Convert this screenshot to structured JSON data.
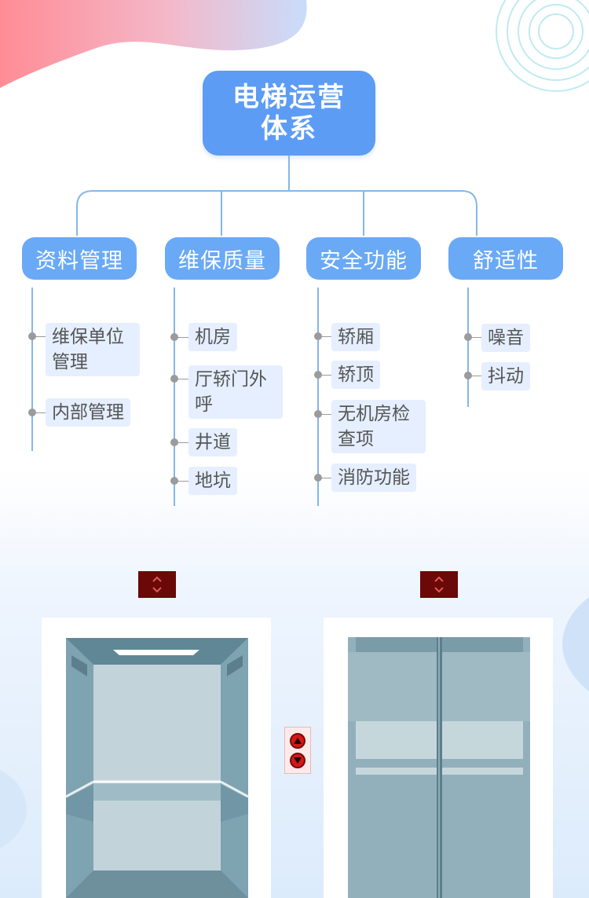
{
  "root": {
    "line1": "电梯运营",
    "line2": "体系"
  },
  "categories": [
    {
      "label": "资料管理",
      "items": [
        "维保单位管理",
        "内部管理"
      ]
    },
    {
      "label": "维保质量",
      "items": [
        "机房",
        "厅轿门外呼",
        "井道",
        "地坑"
      ]
    },
    {
      "label": "安全功能",
      "items": [
        "轿厢",
        "轿顶",
        "无机房检查项",
        "消防功能"
      ]
    },
    {
      "label": "舒适性",
      "items": [
        "噪音",
        "抖动"
      ]
    }
  ],
  "colors": {
    "root_bg": "#5c9cf5",
    "category_bg": "#6aa9f6",
    "item_bg": "#e5efff",
    "indicator_bg": "#6b0808",
    "call_button": "#d41818"
  },
  "icons": {
    "indicator": "up-down-chevron-icon",
    "call_up": "up-arrow-icon",
    "call_down": "down-arrow-icon"
  }
}
